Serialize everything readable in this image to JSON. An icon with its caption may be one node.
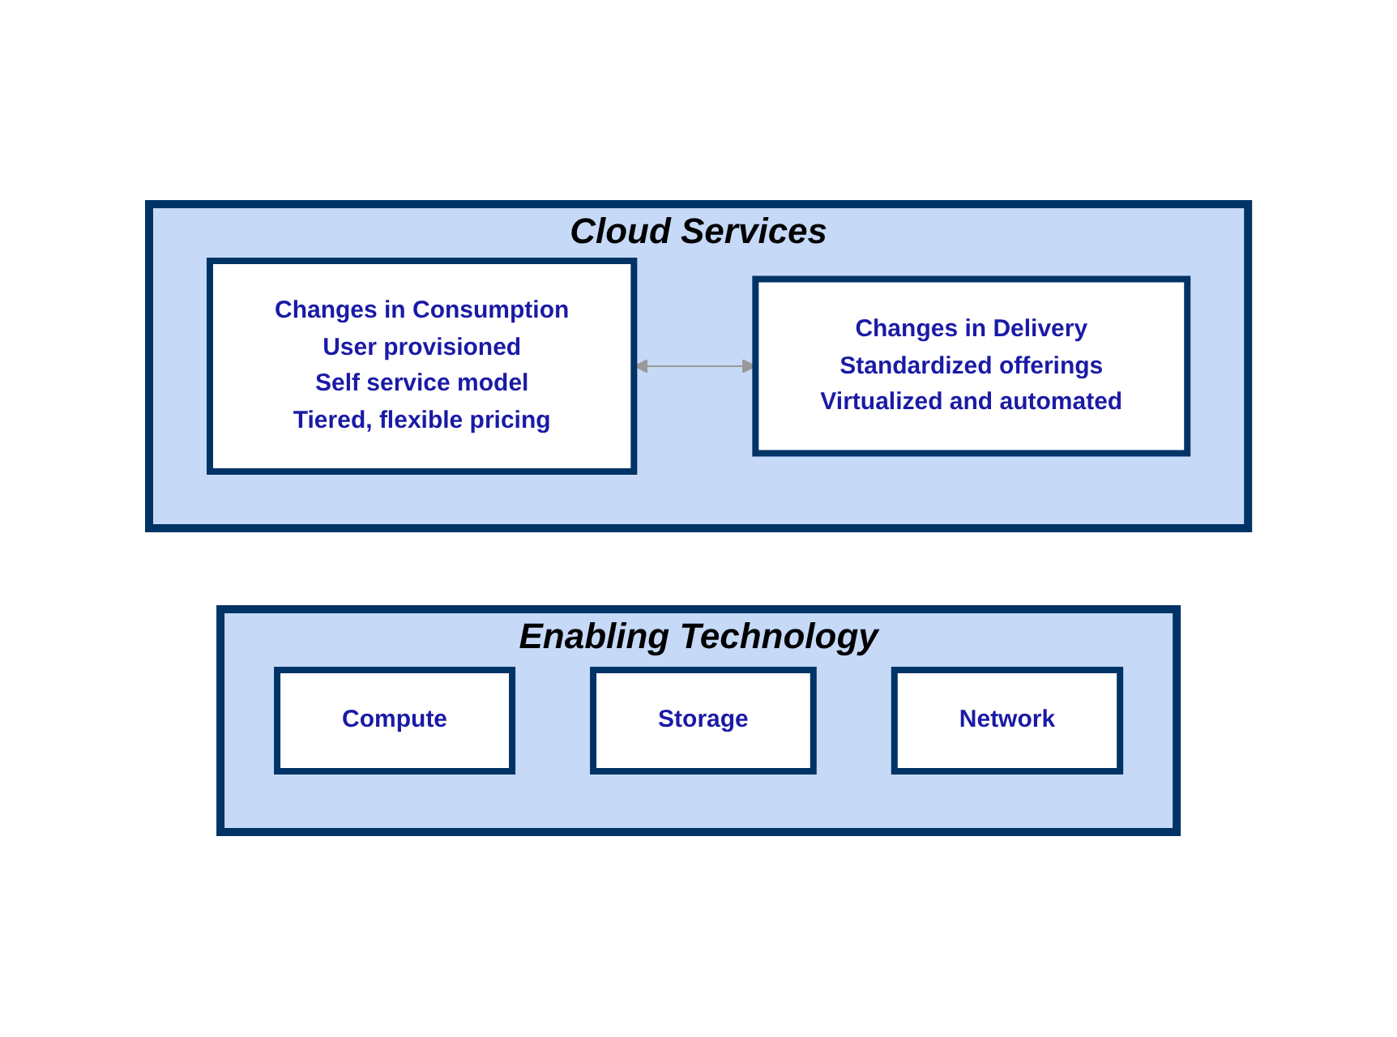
{
  "diagram": {
    "nodes": [
      {
        "text": [
          "Cloud Services"
        ]
      },
      {
        "text": [
          "Changes in Consumption",
          "User provisioned",
          "Self service model",
          "Tiered, flexible pricing"
        ],
        "in": 0
      },
      {
        "text": [
          "Changes in Delivery",
          "Standardized offerings",
          "Virtualized and automated"
        ],
        "in": 0
      },
      {
        "text": [
          "Enabling Technology"
        ]
      },
      {
        "text": [
          "Compute"
        ],
        "in": 3
      },
      {
        "text": [
          "Storage"
        ],
        "in": 3
      },
      {
        "text": [
          "Network"
        ],
        "in": 3
      }
    ],
    "edges": [
      {
        "from": 1,
        "to": 2,
        "arrow": "both",
        "color": "#999999"
      }
    ]
  }
}
